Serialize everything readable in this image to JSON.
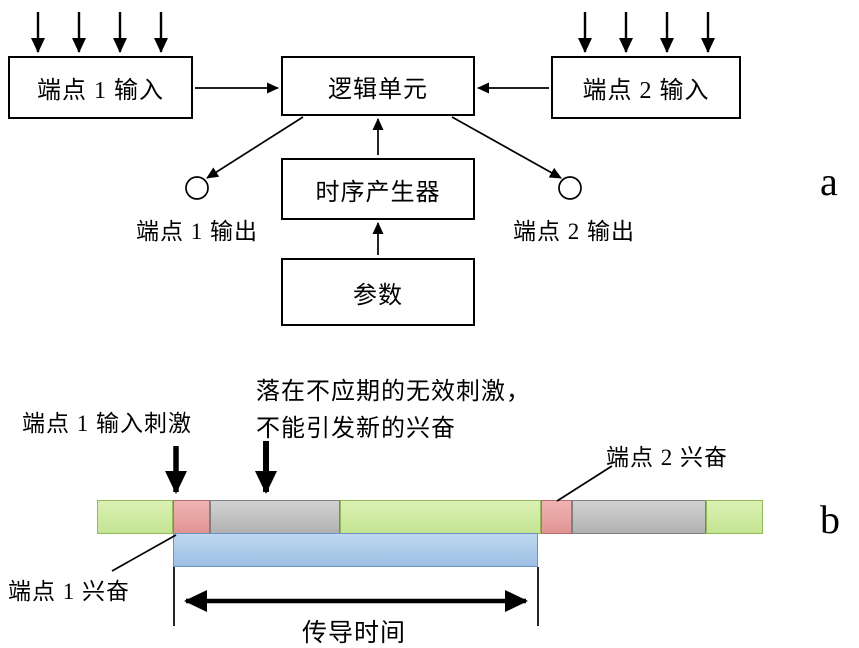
{
  "figure": {
    "panel_a_label": "a",
    "panel_b_label": "b"
  },
  "panel_a": {
    "endpoint1_input": "端点 1 输入",
    "logic_unit": "逻辑单元",
    "endpoint2_input": "端点 2 输入",
    "timing_generator": "时序产生器",
    "parameters": "参数",
    "endpoint1_output": "端点 1 输出",
    "endpoint2_output": "端点 2 输出"
  },
  "panel_b": {
    "endpoint1_stimulus": "端点 1 输入刺激",
    "note_line1": "落在不应期的无效刺激，",
    "note_line2": "不能引发新的兴奋",
    "endpoint2_excitation": "端点 2 兴奋",
    "endpoint1_excitation": "端点 1 兴奋",
    "conduction_time": "传导时间",
    "timeline_segments": [
      "green",
      "red",
      "gray",
      "green",
      "red",
      "gray",
      "green"
    ],
    "colors": {
      "green": "#c9e69c",
      "red": "#e8a0a0",
      "gray": "#bfbfbf",
      "blue": "#a6c6ea"
    }
  }
}
